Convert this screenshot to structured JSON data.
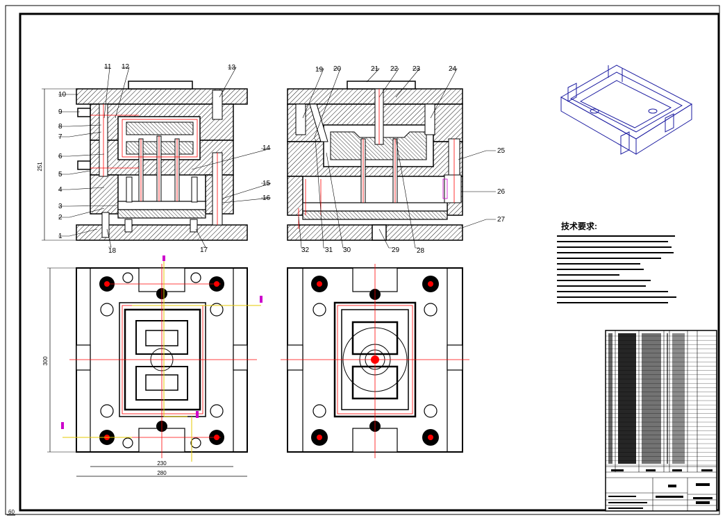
{
  "drawing": {
    "part_labels": [
      "1",
      "2",
      "3",
      "4",
      "5",
      "6",
      "7",
      "8",
      "9",
      "10",
      "11",
      "12",
      "13",
      "14",
      "15",
      "16",
      "17",
      "18",
      "19",
      "20",
      "21",
      "22",
      "23",
      "24",
      "25",
      "26",
      "27",
      "28",
      "29",
      "30",
      "31",
      "32"
    ],
    "dimensions": {
      "height_left": "251",
      "height_plan": "300",
      "width_inner": "230",
      "width_outer": "280"
    },
    "tech_title": "技术要求:",
    "corner_mark": "60",
    "colors": {
      "line": "#000000",
      "hidden": "#ff0000",
      "guide": "#e6c800",
      "accent": "#cc00cc"
    }
  }
}
